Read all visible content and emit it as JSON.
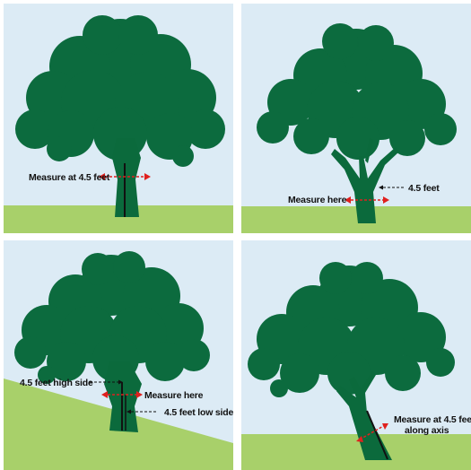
{
  "colors": {
    "sky": "#dcebf5",
    "grass": "#a8d06a",
    "canopy": "#0c6b3e",
    "trunk": "#0b6a3c",
    "measure": "#e0201e",
    "pointer": "#111111"
  },
  "panels": [
    {
      "labels": {
        "measure": "Measure at 4.5 feet"
      }
    },
    {
      "labels": {
        "measure": "Measure here",
        "height": "4.5 feet"
      }
    },
    {
      "labels": {
        "high": "4.5 feet high side",
        "measure": "Measure here",
        "low": "4.5 feet low side"
      }
    },
    {
      "labels": {
        "measure_line1": "Measure at 4.5 feet",
        "measure_line2": "along axis"
      }
    }
  ]
}
